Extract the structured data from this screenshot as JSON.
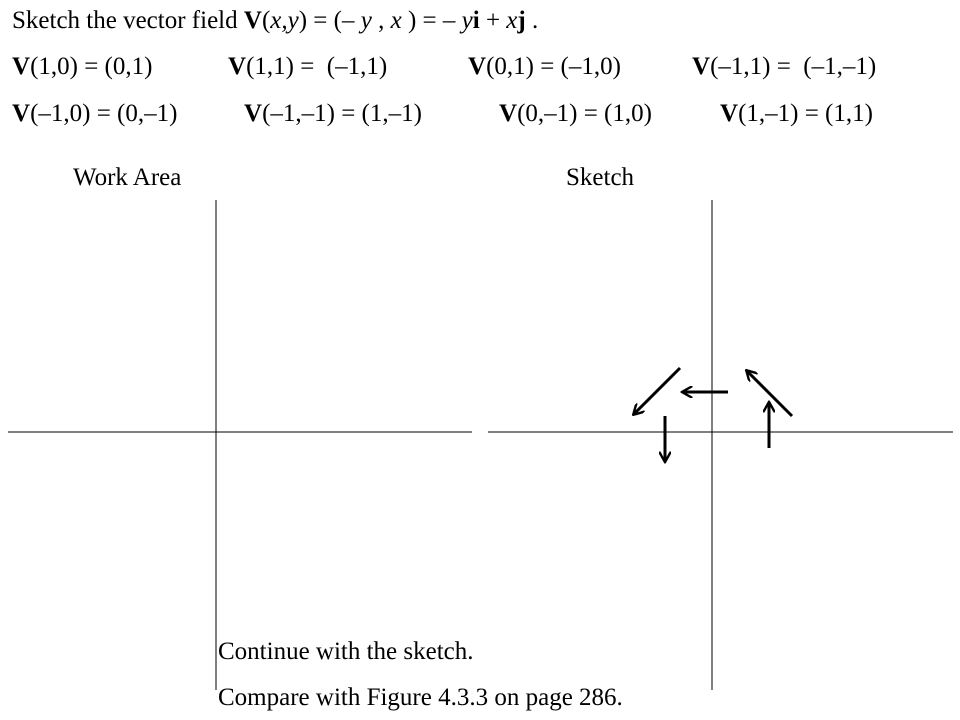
{
  "title": {
    "p0": "Sketch the vector field ",
    "p1": "V",
    "p2": "(",
    "p3": "x,y",
    "p4": ") = (– ",
    "p5": "y",
    "p6": " , ",
    "p7": "x",
    "p8": " ) = – ",
    "p9": "y",
    "p10": "i",
    "p11": " + ",
    "p12": "x",
    "p13": "j",
    "p14": " ."
  },
  "values_row1": [
    {
      "vec": "V",
      "rest": "(1,0) = (0,1)"
    },
    {
      "vec": "V",
      "rest": "(1,1) =  (–1,1)"
    },
    {
      "vec": "V",
      "rest": "(0,1) = (–1,0)"
    },
    {
      "vec": "V",
      "rest": "(–1,1) =  (–1,–1)"
    }
  ],
  "values_row2": [
    {
      "vec": "V",
      "rest": "(–1,0) = (0,–1)"
    },
    {
      "vec": "V",
      "rest": "(–1,–1) = (1,–1)"
    },
    {
      "vec": "V",
      "rest": "(0,–1) = (1,0)"
    },
    {
      "vec": "V",
      "rest": "(1,–1) = (1,1)"
    }
  ],
  "labels": {
    "work_area": "Work Area",
    "sketch": "Sketch"
  },
  "footer": {
    "line1": "Continue with the sketch.",
    "line2": "Compare with Figure 4.3.3 on page 286."
  }
}
